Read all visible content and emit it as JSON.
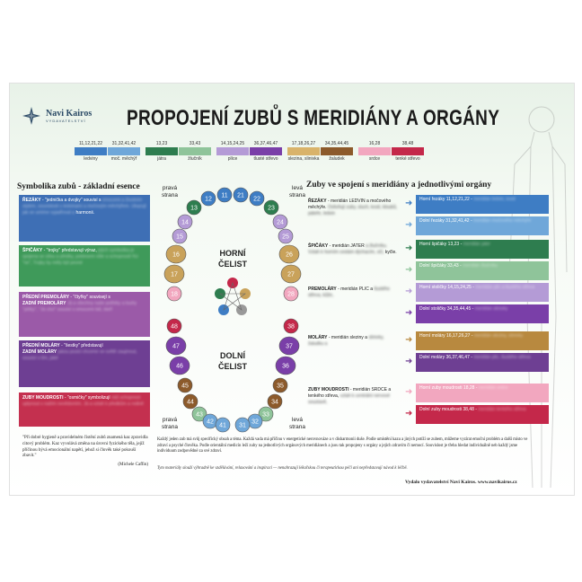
{
  "logo": {
    "name": "Navi Kairos",
    "sub": "VYDAVATELSTVÍ"
  },
  "title": "PROPOJENÍ ZUBŮ S MERIDIÁNY A ORGÁNY",
  "legend": [
    {
      "numbers": "11,12,21,22",
      "label": "ledviny",
      "color": "#3e7dc4"
    },
    {
      "numbers": "31,32,41,42",
      "label": "moč. měchýř",
      "color": "#6fa7d9"
    },
    {
      "numbers": "13,23",
      "label": "játra",
      "color": "#2e7d4f"
    },
    {
      "numbers": "33,43",
      "label": "žlučník",
      "color": "#8fc49a"
    },
    {
      "numbers": "14,15,24,25",
      "label": "plíce",
      "color": "#b49bd6"
    },
    {
      "numbers": "36,37,46,47",
      "label": "tlusté střevo",
      "color": "#7a3fa8"
    },
    {
      "numbers": "17,18,26,27",
      "label": "slezina, slinivka",
      "color": "#d9b36a"
    },
    {
      "numbers": "34,35,44,45",
      "label": "žaludek",
      "color": "#8c5a2b"
    },
    {
      "numbers": "16,28",
      "label": "srdce",
      "color": "#f2a7bf"
    },
    {
      "numbers": "38,48",
      "label": "tenké střevo",
      "color": "#c4284a"
    }
  ],
  "left": {
    "title": "Symbolika zubů - základní esence",
    "boxes": [
      {
        "bold": "ŘEZÁKY",
        "text": " - \"jednička a dvojky\" souvisí s",
        "blur": "emocemi a životním stylem, souvislosti s ledvinami a močovým měchýřem. Ukazují jak se umíme vyjadřovat a",
        "tail": "harmonii.",
        "color": "#3e6fb5"
      },
      {
        "bold": "ŠPIČÁKY",
        "text": " - \"trojky\" představují výraz,",
        "blur": "jejich symbolika je spojena se sílou a předky, poklesem vůle a schopností říci \"ne\", Trojky by měly být pevné",
        "tail": "",
        "color": "#3f9a5a"
      },
      {
        "bold": "PŘEDNÍ PREMOLÁRY",
        "text": " - \"čtyřky\" souvisejí s ",
        "bold2": "ZADNÍ PREMOLÁRY",
        "blur": "Já a všechny naše potřeby a touhy \"pětky\", \"Já chci\" souvisí s emocemi lidí, kteří",
        "tail": "",
        "color": "#9b5aa8"
      },
      {
        "bold": "PŘEDNÍ MOLÁRY",
        "text": " - \"šestky\" představují",
        "bold2": "ZADNÍ MOLÁRY",
        "blur": "jakou pozici chceme ve světě zaujmout, souvisí s tím, jaké",
        "tail": "",
        "color": "#6e3f93"
      },
      {
        "bold": "ZUBY MOUDROSTI",
        "text": " - \"osmičky\" symbolizují",
        "blur": "náš schopnost uplynout s naším nevědomím. Já a vztah k předkům a rodině",
        "tail": "",
        "color": "#c4304f"
      }
    ],
    "quote": "\"Při dobré hygieně a pravidelném čistění zubů znamená kaz zpravidla citový problém. Kaz vyvolává změna na úrovni fyzického těla, jejíž příčinou bývá emocionální napětí, jehož si člověk také pokouší zbavit.\"",
    "author": "(Michele Caffin)"
  },
  "teeth": {
    "upper_label": "HORNÍ ČELIST",
    "upper_line1": "HORNÍ",
    "upper_line2": "ČELIST",
    "lower_line1": "DOLNÍ",
    "lower_line2": "ČELIST",
    "right_side": "pravá strana",
    "left_side": "levá strana",
    "pr1": "pravá",
    "pr2": "strana",
    "lv1": "levá",
    "lv2": "strana"
  },
  "right": {
    "title": "Zuby ve spojení s meridiány a jednotlivými orgány",
    "groups": [
      {
        "bold": "ŘEZÁKY",
        "text": " - meridián LEDVIN a močového měchýře.",
        "blur": "Ovlivňují zuby, sluch, kosti, kloubů, páteře, ledvin",
        "tail": "",
        "boxes": [
          {
            "text": "Horní řezáky 11,12,21,22 - ",
            "blur": "meridián ledvin, kosti",
            "color": "#3e7dc4"
          },
          {
            "text": "Dolní řezáky 31,32,41,42 - ",
            "blur": "meridián močového měchýře",
            "color": "#6fa7d9"
          }
        ]
      },
      {
        "bold": "ŠPIČÁKY",
        "text": " - meridián JATER",
        "blur": "a žlučníku. Vztah k horním cestám dýchacím, oči,",
        "tail": "kyčle.",
        "boxes": [
          {
            "text": "Horní špičáky 13,23 - ",
            "blur": "meridián jater",
            "color": "#2e7d4f"
          },
          {
            "text": "Dolní špičáky 33,43 - ",
            "blur": "meridián žlučníku",
            "color": "#8fc49a"
          }
        ]
      },
      {
        "bold": "PREMOLÁRY",
        "text": " - meridián PLIC a",
        "blur": "tlustého střeva, kůže,",
        "tail": "",
        "boxes": [
          {
            "text": "Horní stoličky 14,15,24,25 - ",
            "blur": "meridián plic a tlustého střeva",
            "color": "#b49bd6"
          },
          {
            "text": "Dolní stoličky 34,35,44,45 - ",
            "blur": "meridián slinivky",
            "color": "#7a3fa8"
          }
        ]
      },
      {
        "bold": "MOLÁRY",
        "text": " - meridián sleziny a",
        "blur": "slinivky, žaludku a",
        "tail": "",
        "boxes": [
          {
            "text": "Horní moláry 16,17,26,27 - ",
            "blur": "meridián sleziny, slinivky",
            "color": "#b8893f"
          },
          {
            "text": "Dolní moláry 36,37,46,47 - ",
            "blur": "meridián plic, tlustého střeva",
            "color": "#6e3f93"
          }
        ]
      },
      {
        "bold": "ZUBY MOUDROSTI",
        "text": " - meridián SRDCE a tenkého střeva,",
        "blur": "vztah k centrální nervové soustavě,",
        "tail": "",
        "boxes": [
          {
            "text": "Horní zuby moudrosti 18,28 - ",
            "blur": "meridián srdce",
            "color": "#f2a7bf"
          },
          {
            "text": "Dolní zuby moudrosti 38,48 - ",
            "blur": "meridián tenkého střeva",
            "color": "#c4284a"
          }
        ]
      }
    ]
  },
  "footer": {
    "text": "Každý jeden zub má svůj specifický obsah a téma. Každá vada má příčinu v energetické nerovnováze a v disharmonii duše. Podle umístění kazu a jiných potíží se zubem, můžeme vyzírat emoční problém a další místo ve zdraví a psyché člověka. Podle orientální medicín leží zuby na jednotlivých orgánových meridiánech a jsou tak propojeny s orgány a jejich zdravím či nemocí. Souvislost je třeba hledat individuálně neb každý jsme individuum zodpovědné za své zdraví.",
    "italic": "Tyto materiály slouží výhradně ke vzdělávání, relaxování a inspiraci — nenahrazují lékařskou či terapeutickou péči ani nepředstavují návod k léčbě.",
    "publisher": "Vydalo vydavatelství Navi Kairos.  www.navikairos.cz"
  }
}
